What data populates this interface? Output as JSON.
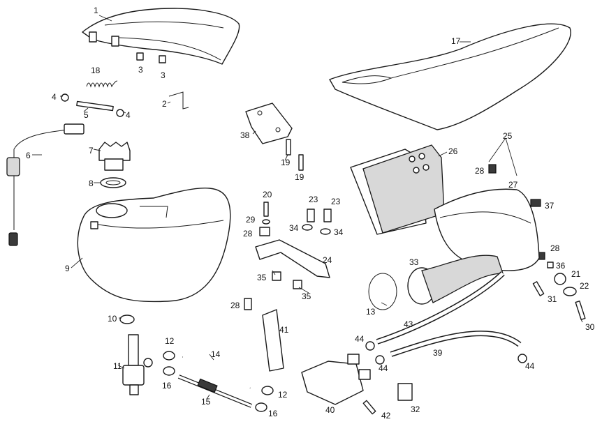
{
  "diagram": {
    "callouts": [
      "1",
      "3",
      "3",
      "18",
      "4",
      "2",
      "5",
      "4",
      "6",
      "7",
      "8",
      "9",
      "10",
      "11",
      "12",
      "16",
      "14",
      "15",
      "12",
      "16",
      "17",
      "38",
      "19",
      "19",
      "26",
      "25",
      "28",
      "27",
      "37",
      "20",
      "23",
      "23",
      "29",
      "28",
      "34",
      "34",
      "24",
      "35",
      "35",
      "28",
      "41",
      "33",
      "13",
      "43",
      "44",
      "44",
      "39",
      "44",
      "40",
      "42",
      "32",
      "28",
      "36",
      "21",
      "22",
      "31",
      "30"
    ]
  }
}
